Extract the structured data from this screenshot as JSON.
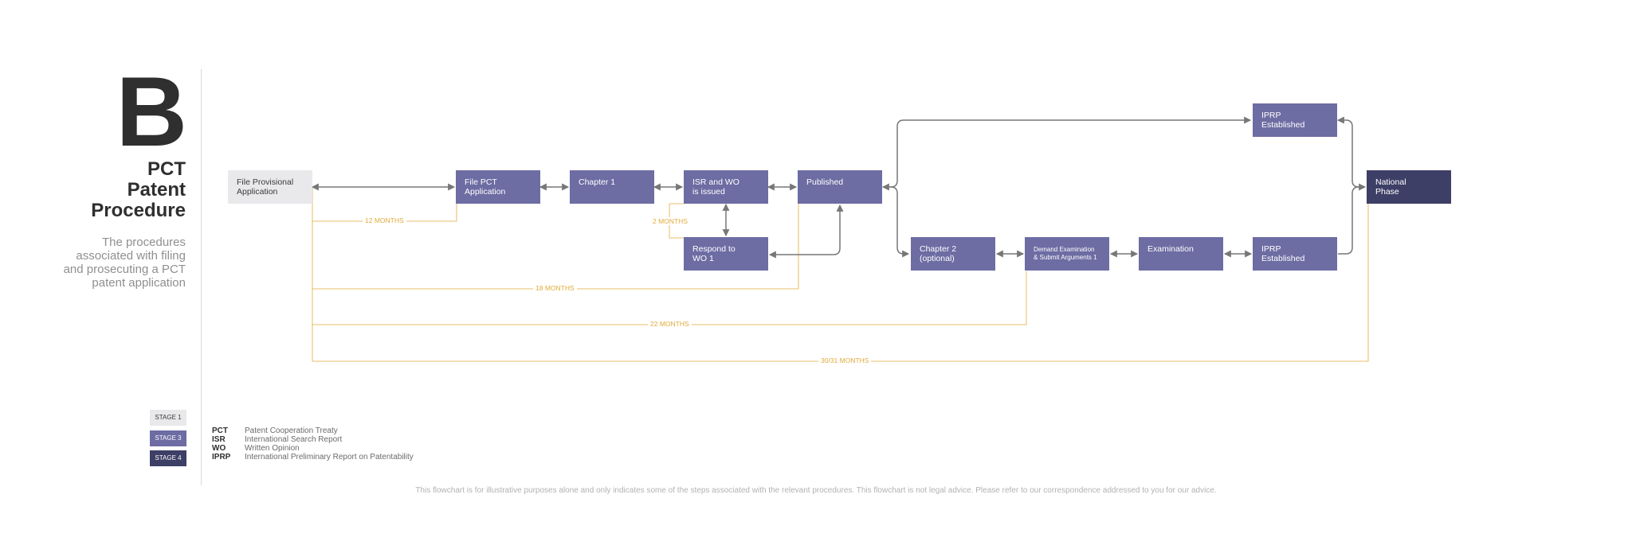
{
  "header": {
    "letter": "B",
    "title_lines": [
      "PCT",
      "Patent",
      "Procedure"
    ],
    "subtitle_lines": [
      "The procedures",
      "associated with filing",
      "and prosecuting a PCT",
      "patent application"
    ]
  },
  "colors": {
    "stage1": "#e9e9eb",
    "stage3": "#6d6ca3",
    "stage4": "#3e3f66",
    "timeline": "#e2aa3a",
    "arrow": "#777777"
  },
  "nodes": {
    "file_provisional": {
      "lines": [
        "File Provisional",
        "Application"
      ]
    },
    "file_pct": {
      "lines": [
        "File PCT",
        "Application"
      ]
    },
    "chapter1": {
      "lines": [
        "Chapter 1"
      ]
    },
    "isr_wo": {
      "lines": [
        "ISR and WO",
        "is issued"
      ]
    },
    "published": {
      "lines": [
        "Published"
      ]
    },
    "respond_wo": {
      "lines": [
        "Respond to",
        "WO 1"
      ]
    },
    "iprp_top": {
      "lines": [
        "IPRP",
        "Established"
      ]
    },
    "chapter2": {
      "lines": [
        "Chapter 2",
        "(optional)"
      ]
    },
    "demand": {
      "lines": [
        "Demand Examination",
        "& Submit Arguments 1"
      ]
    },
    "examination": {
      "lines": [
        "Examination"
      ]
    },
    "iprp_bottom": {
      "lines": [
        "IPRP",
        "Established"
      ]
    },
    "national": {
      "lines": [
        "National",
        "Phase"
      ]
    }
  },
  "timelines": {
    "m12": "12 MONTHS",
    "m2": "2 MONTHS",
    "m18": "18 MONTHS",
    "m22": "22 MONTHS",
    "m3031": "30/31 MONTHS"
  },
  "legend": {
    "stages": [
      "STAGE 1",
      "STAGE 3",
      "STAGE 4"
    ],
    "abbreviations": [
      {
        "key": "PCT",
        "value": "Patent Cooperation Treaty"
      },
      {
        "key": "ISR",
        "value": "International Search Report"
      },
      {
        "key": "WO",
        "value": "Written Opinion"
      },
      {
        "key": "IPRP",
        "value": "International Preliminary Report on Patentability"
      }
    ]
  },
  "footer": {
    "disclaimer": "This flowchart is for illustrative purposes alone and only indicates some of the steps associated with the relevant procedures. This flowchart is not legal advice. Please refer to our correspondence addressed to you for our advice."
  }
}
